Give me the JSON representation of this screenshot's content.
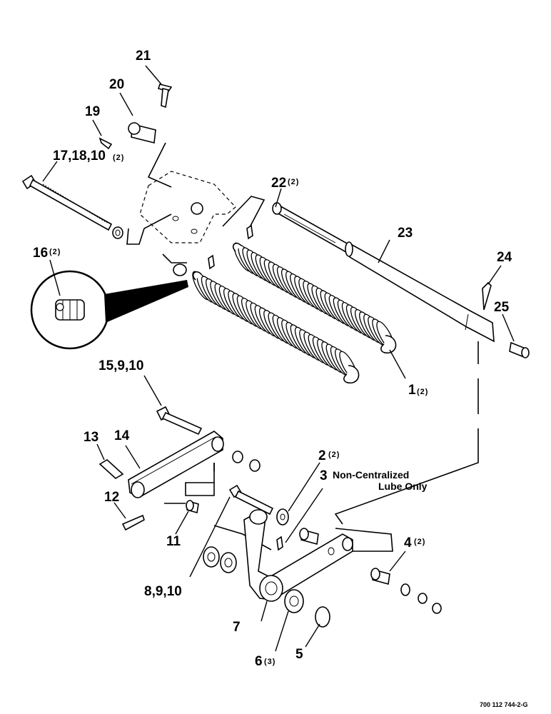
{
  "diagram": {
    "callouts": {
      "c1": {
        "num": "1",
        "qty": "(2)"
      },
      "c2": {
        "num": "2",
        "qty": "(2)"
      },
      "c3": {
        "num": "3",
        "note1": "Non-Centralized",
        "note2": "Lube Only"
      },
      "c4": {
        "num": "4",
        "qty": "(2)"
      },
      "c5": {
        "num": "5"
      },
      "c6": {
        "num": "6",
        "qty": "(3)"
      },
      "c7": {
        "num": "7"
      },
      "c8": {
        "num": "8,9,10"
      },
      "c11": {
        "num": "11"
      },
      "c12": {
        "num": "12"
      },
      "c13": {
        "num": "13"
      },
      "c14": {
        "num": "14"
      },
      "c15": {
        "num": "15,9,10"
      },
      "c16": {
        "num": "16",
        "qty": "(2)"
      },
      "c17": {
        "num": "17,18,10",
        "qty": "(2)"
      },
      "c19": {
        "num": "19"
      },
      "c20": {
        "num": "20"
      },
      "c21": {
        "num": "21"
      },
      "c22": {
        "num": "22",
        "qty": "(2)"
      },
      "c23": {
        "num": "23"
      },
      "c24": {
        "num": "24"
      },
      "c25": {
        "num": "25"
      }
    },
    "drawing_code": "700 112 744-2-G"
  }
}
